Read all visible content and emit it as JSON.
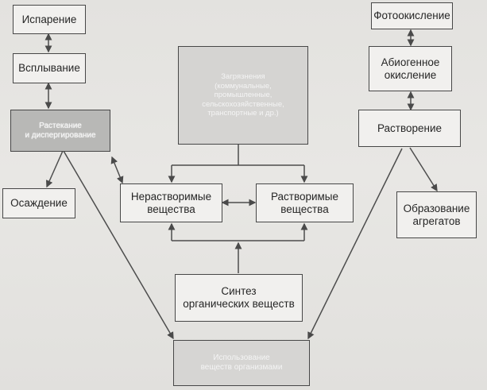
{
  "diagram": {
    "nodes": {
      "evaporation": "Испарение",
      "surfacing": "Всплывание",
      "dispersion": "Растекание\nи диспергирование",
      "sedimentation": "Осаждение",
      "sources": "Загрязнения\n(коммунальные,\nпромышленные,\nсельскохозяйственные,\nтранспортные и др.)",
      "insoluble": "Нерастворимые\nвещества",
      "soluble": "Растворимые\nвещества",
      "synthesis": "Синтез\nорганических веществ",
      "utilization": "Использование\nвеществ организмами",
      "photooxidation": "Фотоокисление",
      "abiogenic_oxidation": "Абиогенное\nокисление",
      "dissolution": "Растворение",
      "aggregates": "Образование\nагрегатов"
    }
  }
}
